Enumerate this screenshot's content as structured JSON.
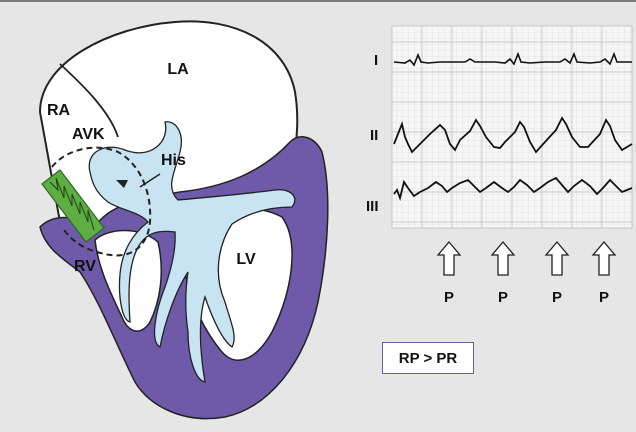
{
  "heart": {
    "labels": {
      "la": "LA",
      "ra": "RA",
      "avk": "AVK",
      "his": "His",
      "rv": "RV",
      "lv": "LV"
    },
    "colors": {
      "muscle": "#6e5aa8",
      "conduction": "#c8e4f2",
      "pathway": "#5fae44",
      "background": "#e6e6e6"
    }
  },
  "ecg": {
    "leads": [
      "I",
      "II",
      "III"
    ],
    "p_marker_label": "P",
    "p_marker_count": 4
  },
  "note": {
    "text": "RP > PR"
  }
}
